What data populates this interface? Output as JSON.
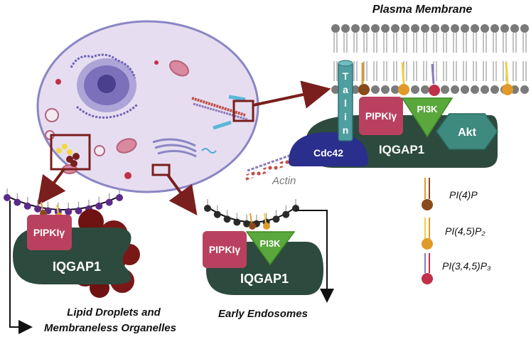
{
  "titles": {
    "plasma_membrane": "Plasma Membrane",
    "lipid_droplets_line1": "Lipid Droplets and",
    "lipid_droplets_line2": "Membraneless Organelles",
    "early_endosomes": "Early Endosomes"
  },
  "proteins": {
    "talin_letters": [
      "T",
      "a",
      "l",
      "i",
      "n"
    ],
    "pipki_gamma": "PIPKIγ",
    "pi3k": "PI3K",
    "akt": "Akt",
    "cdc42": "Cdc42",
    "iqgap1": "IQGAP1",
    "actin": "Actin"
  },
  "legend": [
    {
      "label": "PI(4)P",
      "color": "#8a4a1c"
    },
    {
      "label": "PI(4,5)P₂",
      "color": "#e09a2a"
    },
    {
      "label": "PI(3,4,5)P₃",
      "color": "#c0304a"
    }
  ],
  "colors": {
    "iqgap1": "#2d4a3e",
    "pipki": "#b9415f",
    "pi3k": "#5aa83c",
    "akt": "#3f8a7e",
    "cdc42": "#2a2e8c",
    "talin": "#4f9ea0",
    "arrow": "#7a1e1e",
    "cell": "#e6def0",
    "cell_border": "#8a86c4"
  }
}
